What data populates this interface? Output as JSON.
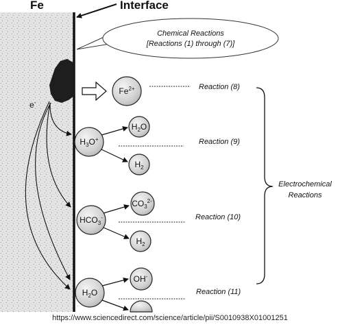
{
  "header": {
    "left": "Fe",
    "right": "Interface"
  },
  "bubble": {
    "line1": "Chemical Reactions",
    "line2": "[Reactions (1) through (7)]"
  },
  "electron": {
    "label": "e",
    "sup": "-"
  },
  "species": {
    "fe2": {
      "base": "Fe",
      "sup": "2+"
    },
    "h3o": {
      "base": "H",
      "sub": "3",
      "tail": "O",
      "sup": "+"
    },
    "h2o_top": {
      "base": "H",
      "sub": "2",
      "tail": "O"
    },
    "h2_a": {
      "base": "H",
      "sub": "2"
    },
    "hco3": {
      "base": "HCO",
      "sub": "3",
      "sup": "-"
    },
    "co3": {
      "base": "CO",
      "sub": "3",
      "sup": "2-"
    },
    "h2_b": {
      "base": "H",
      "sub": "2"
    },
    "h2o_bottom": {
      "base": "H",
      "sub": "2",
      "tail": "O"
    },
    "oh": {
      "base": "OH",
      "sup": "-"
    }
  },
  "reactions": {
    "r8": "Reaction (8)",
    "r9": "Reaction (9)",
    "r10": "Reaction (10)",
    "r11": "Reaction (11)"
  },
  "electrochemical": {
    "line1": "Electrochemical",
    "line2": "Reactions"
  },
  "source_url": "https://www.sciencedirect.com/science/article/pii/S0010938X01001251"
}
